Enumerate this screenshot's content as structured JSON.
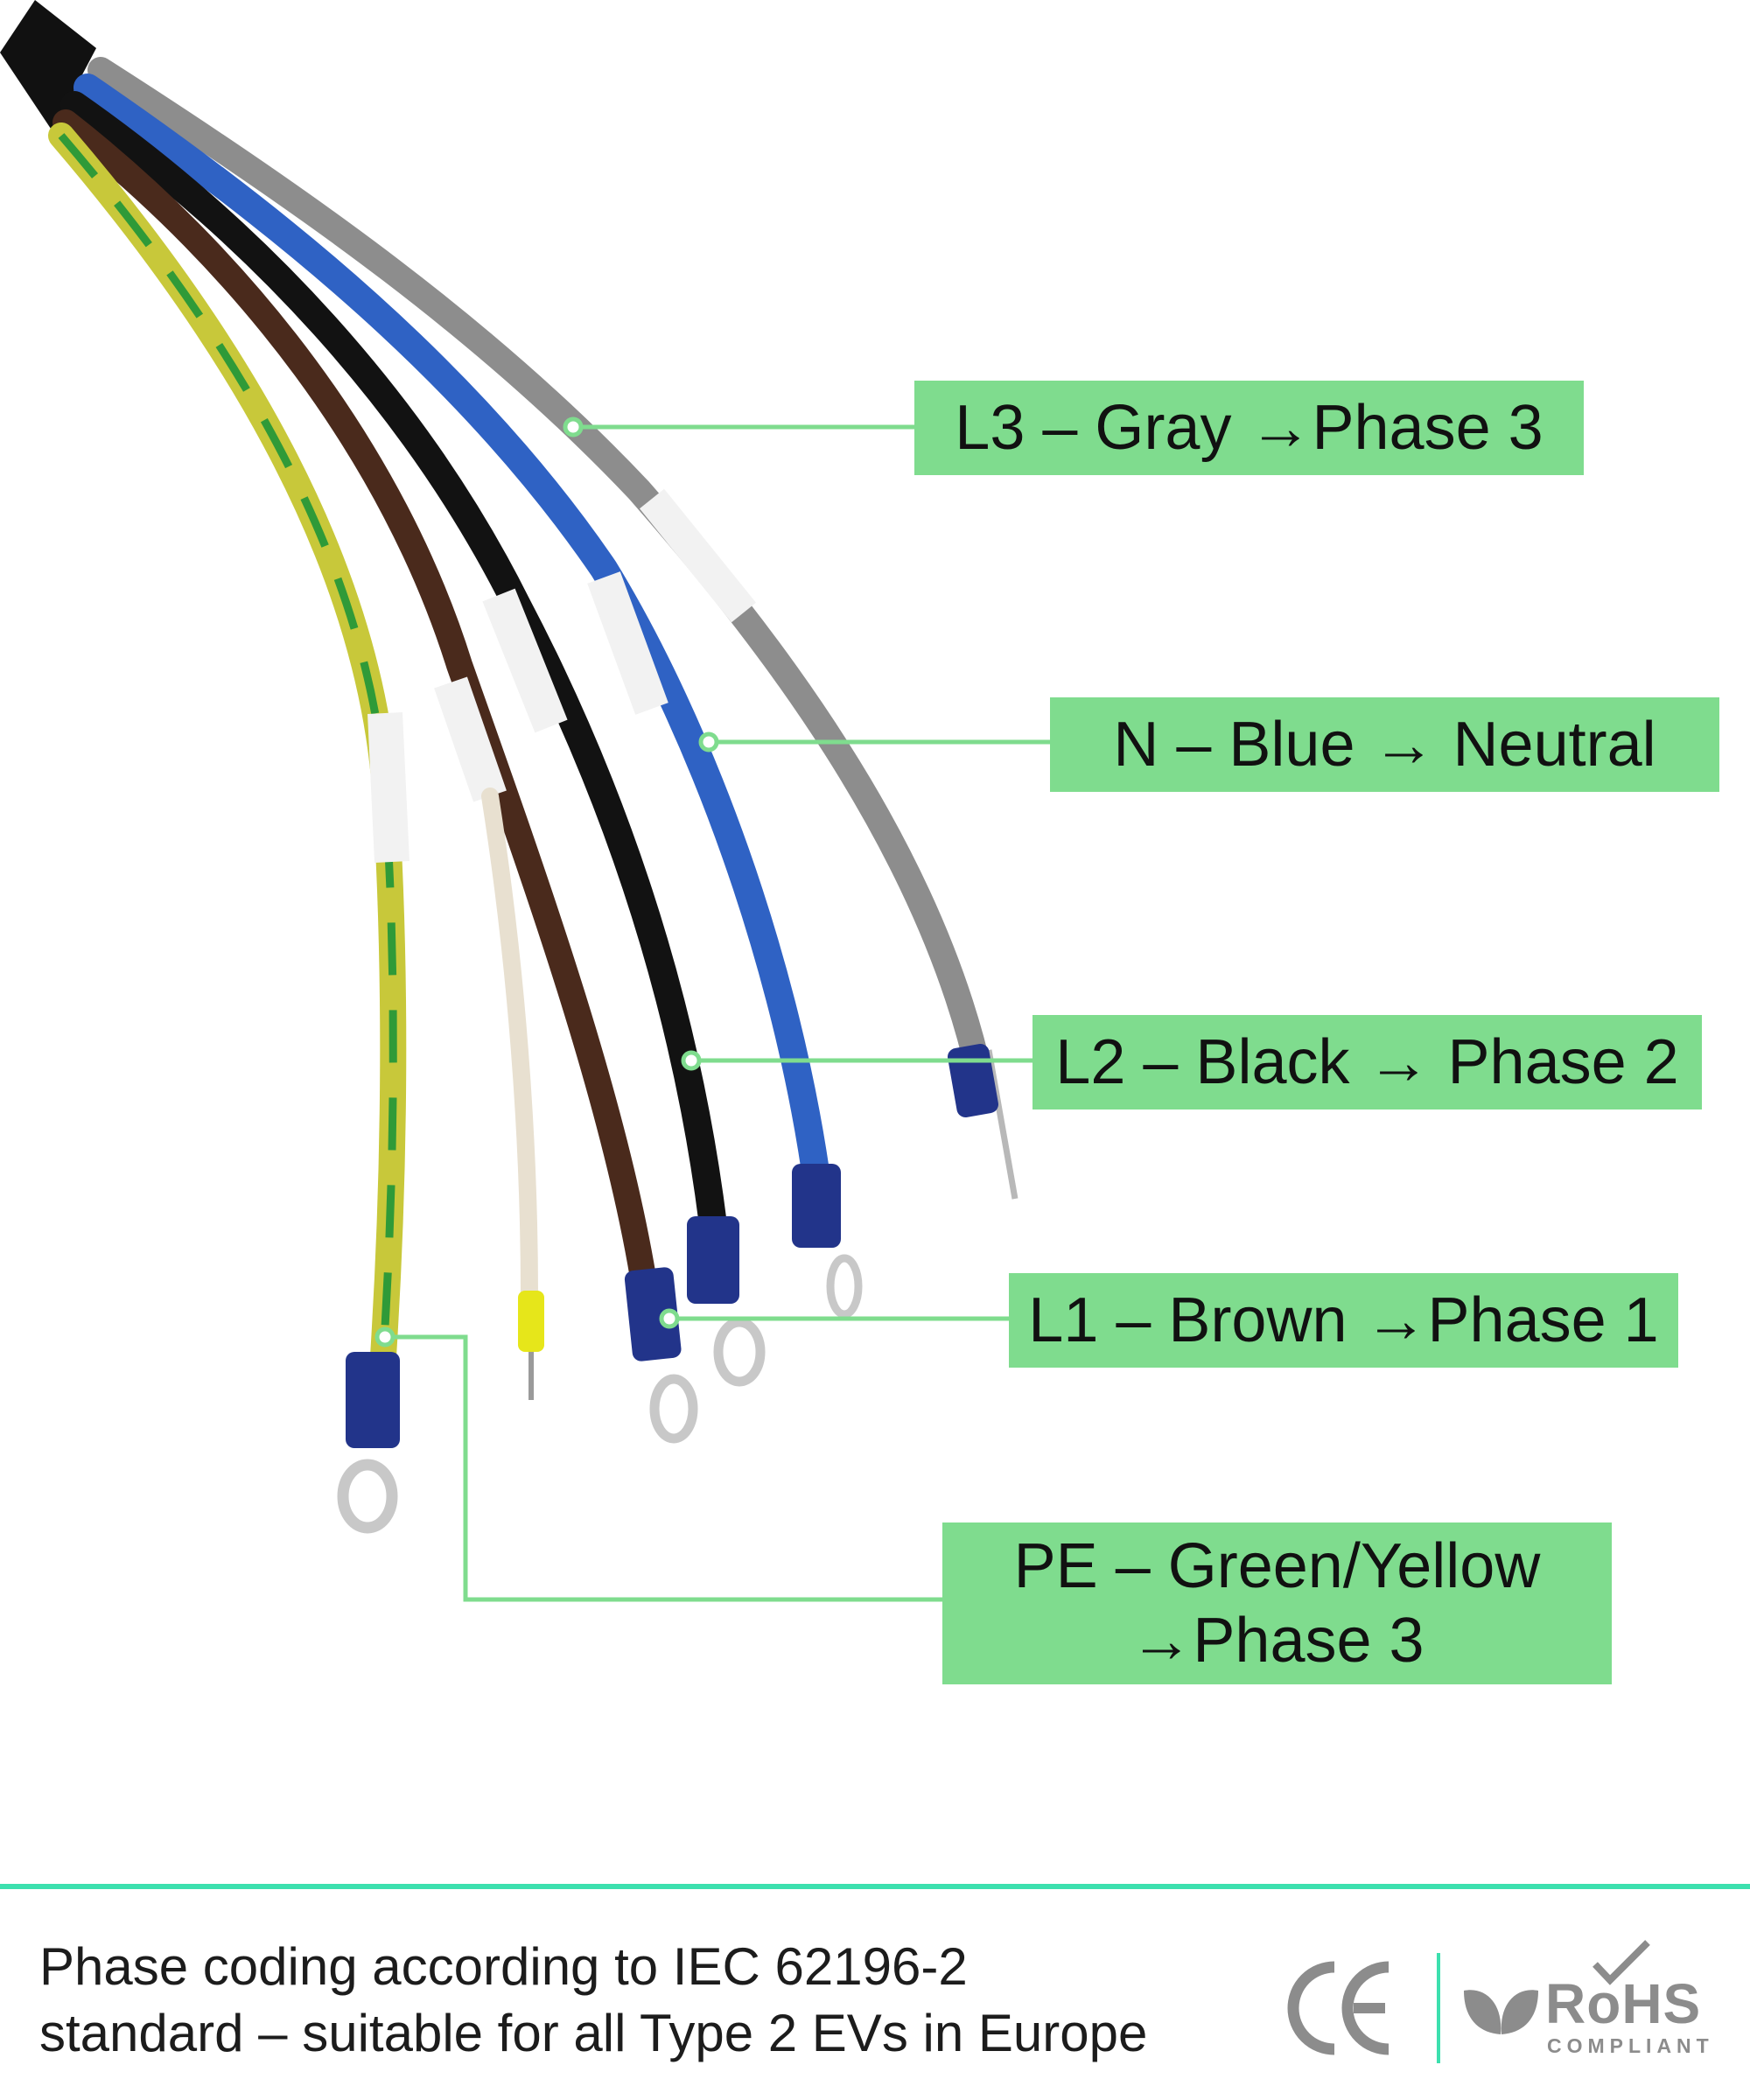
{
  "labels": {
    "l3": {
      "prefix": "L3 – Gray",
      "suffix": "Phase 3"
    },
    "n": {
      "prefix": "N – Blue",
      "suffix": "Neutral"
    },
    "l2": {
      "prefix": "L2 – Black",
      "suffix": "Phase 2"
    },
    "l1": {
      "prefix": "L1 – Brown",
      "suffix": "Phase 1"
    },
    "pe": {
      "line1": "PE – Green/Yellow",
      "suffix": "Phase 3"
    }
  },
  "arrow": "→",
  "footer": {
    "line1": "Phase coding according to IEC 62196-2",
    "line2": "standard – suitable for all Type 2 EVs in Europe"
  },
  "logos": {
    "ce": "CE",
    "rohs_word": "RoHS",
    "rohs_sub": "COMPLIANT"
  },
  "colors": {
    "label_bg": "#7fdc8e",
    "accent_line": "#3ce0ae",
    "gray_wire": "#8d8d8d",
    "blue_wire": "#2f62c4",
    "black_wire": "#121212",
    "brown_wire": "#4a2a1c",
    "white_wire": "#e8e0d0",
    "pe_yellow": "#c8c83a",
    "pe_green": "#2f9a38",
    "crimp_blue": "#22348a"
  }
}
